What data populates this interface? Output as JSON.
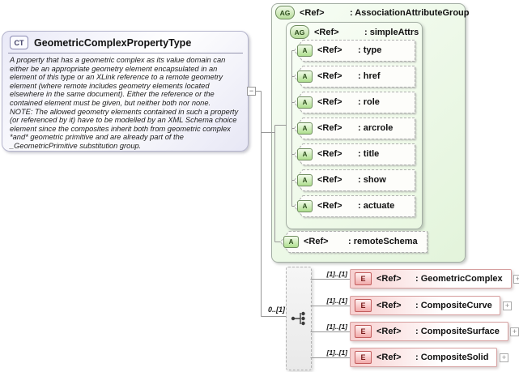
{
  "ct_box": {
    "badge": "CT",
    "title": "GeometricComplexPropertyType",
    "collapse_glyph": "−",
    "annotation": [
      "A property that has a geometric complex as its value domain can either be an appropriate geometry element encapsulated in an element of this type or an XLink reference to a remote geometry element (where remote includes geometry elements located elsewhere in the same document). Either the reference or the contained element must be given, but neither both nor none.",
      "NOTE: The allowed geometry elements contained in such a property (or referenced by it) have to be modelled by an XML Schema choice element since the composites inherit both from geometric complex *and* geometric primitive and are already part of the _GeometricPrimitive substitution group."
    ]
  },
  "attribute_group": {
    "badge": "AG",
    "ref_label": "<Ref>",
    "name": ": AssociationAttributeGroup",
    "simple_attrs": {
      "badge": "AG",
      "ref_label": "<Ref>",
      "name": ": simpleAttrs",
      "attributes": [
        {
          "badge": "A",
          "ref_label": "<Ref>",
          "name": ": type"
        },
        {
          "badge": "A",
          "ref_label": "<Ref>",
          "name": ": href"
        },
        {
          "badge": "A",
          "ref_label": "<Ref>",
          "name": ": role"
        },
        {
          "badge": "A",
          "ref_label": "<Ref>",
          "name": ": arcrole"
        },
        {
          "badge": "A",
          "ref_label": "<Ref>",
          "name": ": title"
        },
        {
          "badge": "A",
          "ref_label": "<Ref>",
          "name": ": show"
        },
        {
          "badge": "A",
          "ref_label": "<Ref>",
          "name": ": actuate"
        }
      ]
    },
    "remote_schema": {
      "badge": "A",
      "ref_label": "<Ref>",
      "name": ": remoteSchema"
    }
  },
  "choice": {
    "cardinality": "0..[1]",
    "elements": [
      {
        "cardinality": "[1]..[1]",
        "badge": "E",
        "ref_label": "<Ref>",
        "name": ": GeometricComplex",
        "expand": "+"
      },
      {
        "cardinality": "[1]..[1]",
        "badge": "E",
        "ref_label": "<Ref>",
        "name": ": CompositeCurve",
        "expand": "+"
      },
      {
        "cardinality": "[1]..[1]",
        "badge": "E",
        "ref_label": "<Ref>",
        "name": ": CompositeSurface",
        "expand": "+"
      },
      {
        "cardinality": "[1]..[1]",
        "badge": "E",
        "ref_label": "<Ref>",
        "name": ": CompositeSolid",
        "expand": "+"
      }
    ]
  },
  "colors": {
    "complex_type_fill": "#e9e9f7",
    "group_fill": "#e3f4db",
    "element_fill": "#f8d0d0",
    "connector": "#979797"
  }
}
